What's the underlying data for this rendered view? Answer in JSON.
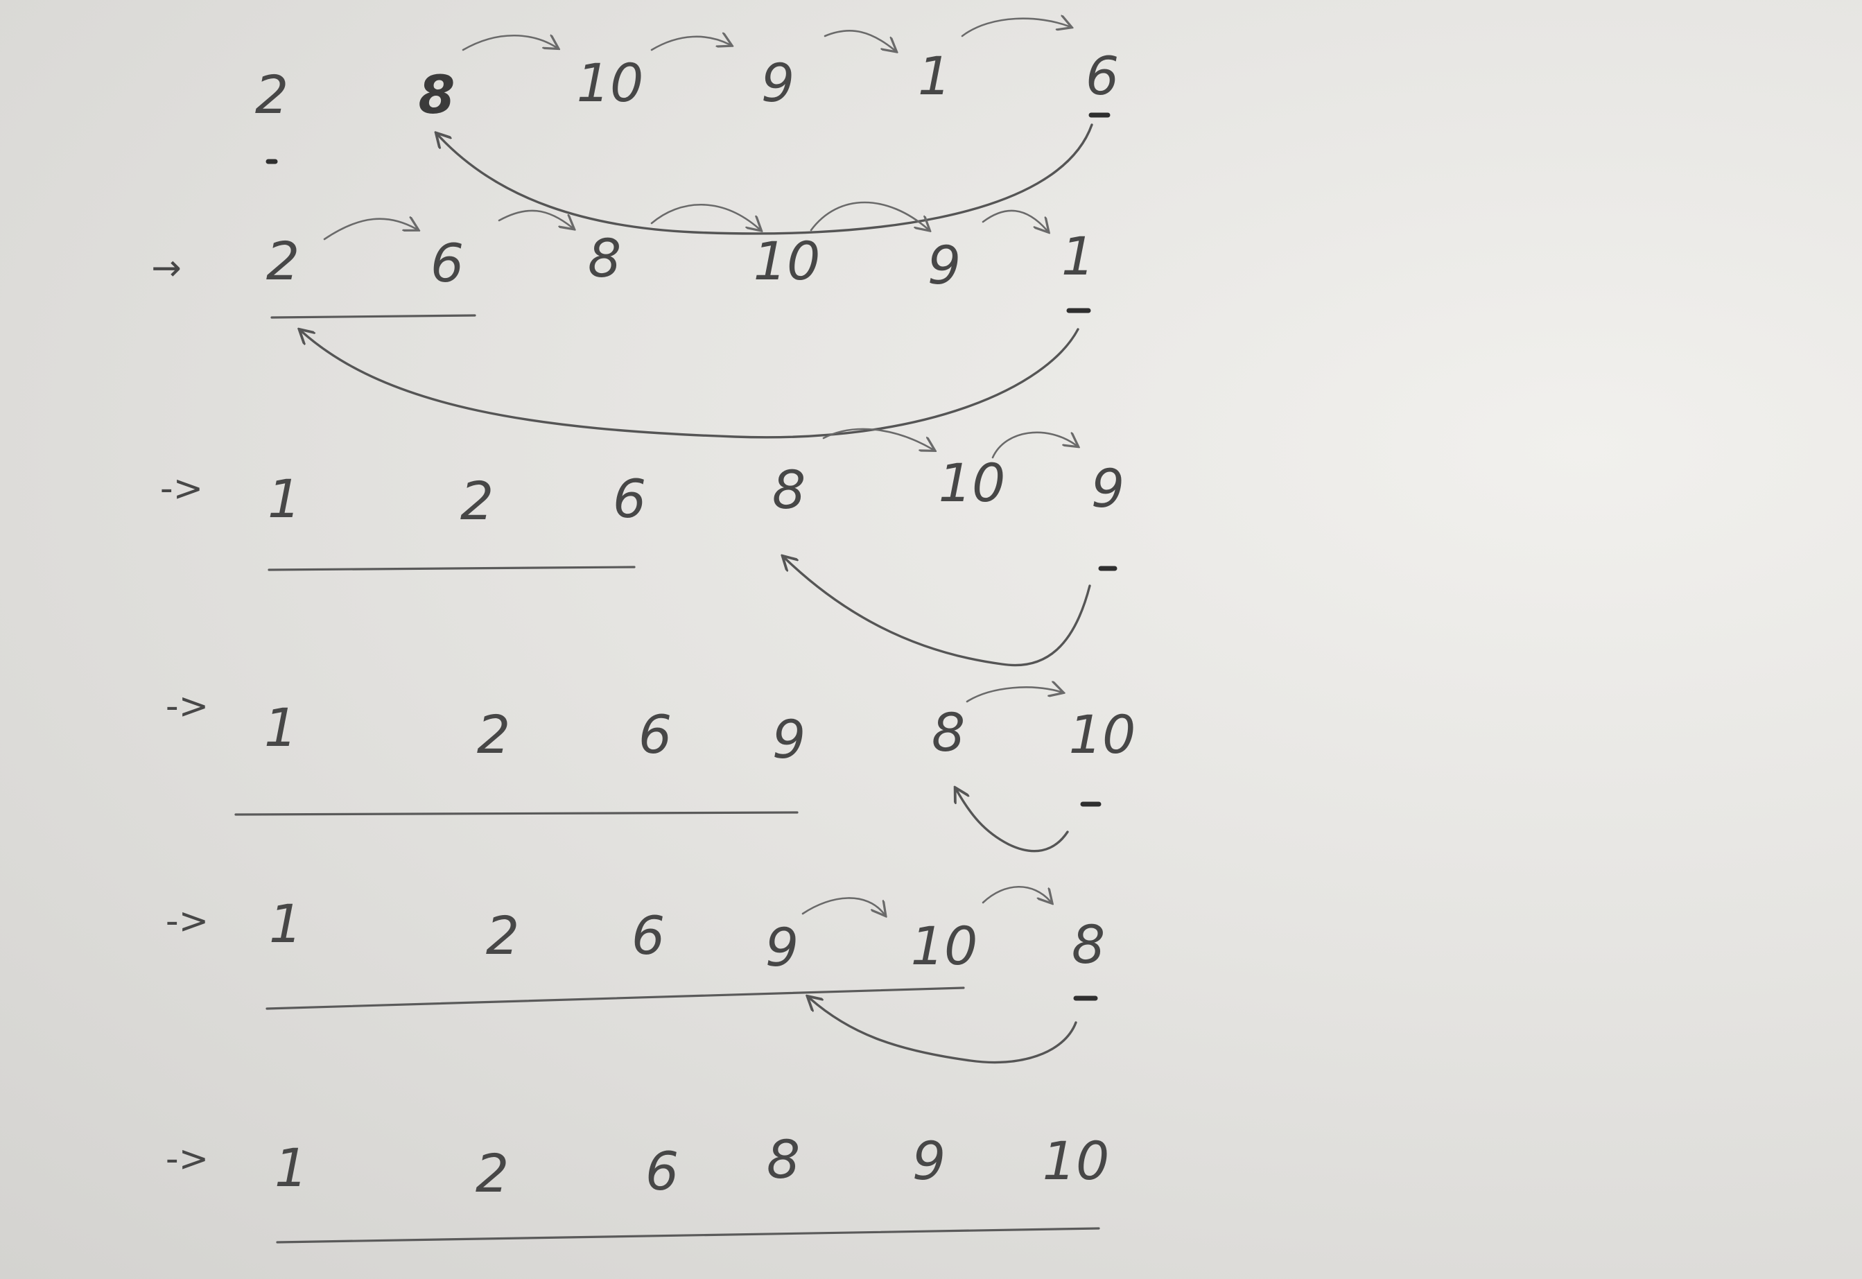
{
  "diagram": {
    "rows": [
      {
        "arrow": "",
        "values": [
          "2",
          "8",
          "10",
          "9",
          "1",
          "6"
        ]
      },
      {
        "arrow": "→",
        "values": [
          "2",
          "6",
          "8",
          "10",
          "9",
          "1"
        ]
      },
      {
        "arrow": "->",
        "values": [
          "1",
          "2",
          "6",
          "8",
          "10",
          "9"
        ]
      },
      {
        "arrow": "->",
        "values": [
          "1",
          "2",
          "6",
          "9",
          "8",
          "10"
        ]
      },
      {
        "arrow": "->",
        "values": [
          "1",
          "2",
          "6",
          "9",
          "10",
          "8"
        ]
      },
      {
        "arrow": "->",
        "values": [
          "1",
          "2",
          "6",
          "8",
          "9",
          "10"
        ]
      }
    ]
  },
  "colors": {
    "pencil": "#4a4a4a",
    "paper": "#e3e2df"
  }
}
